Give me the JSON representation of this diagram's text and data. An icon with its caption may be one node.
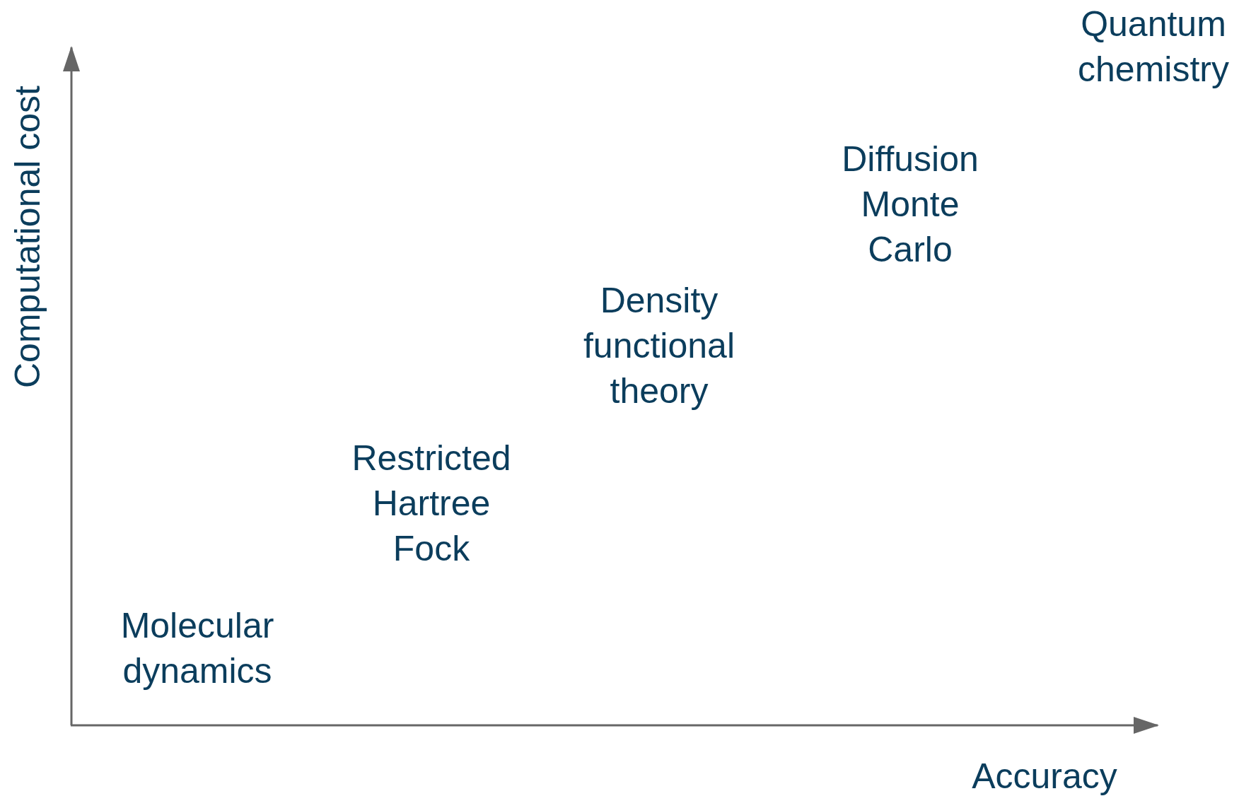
{
  "diagram": {
    "labels": [
      "Quantum chemistry",
      "Computational cost",
      "Diffusion Monte Carlo",
      "Density functional theory",
      "Restricted Hartree Fock",
      "Molecular dynamics",
      "Accuracy"
    ]
  }
}
